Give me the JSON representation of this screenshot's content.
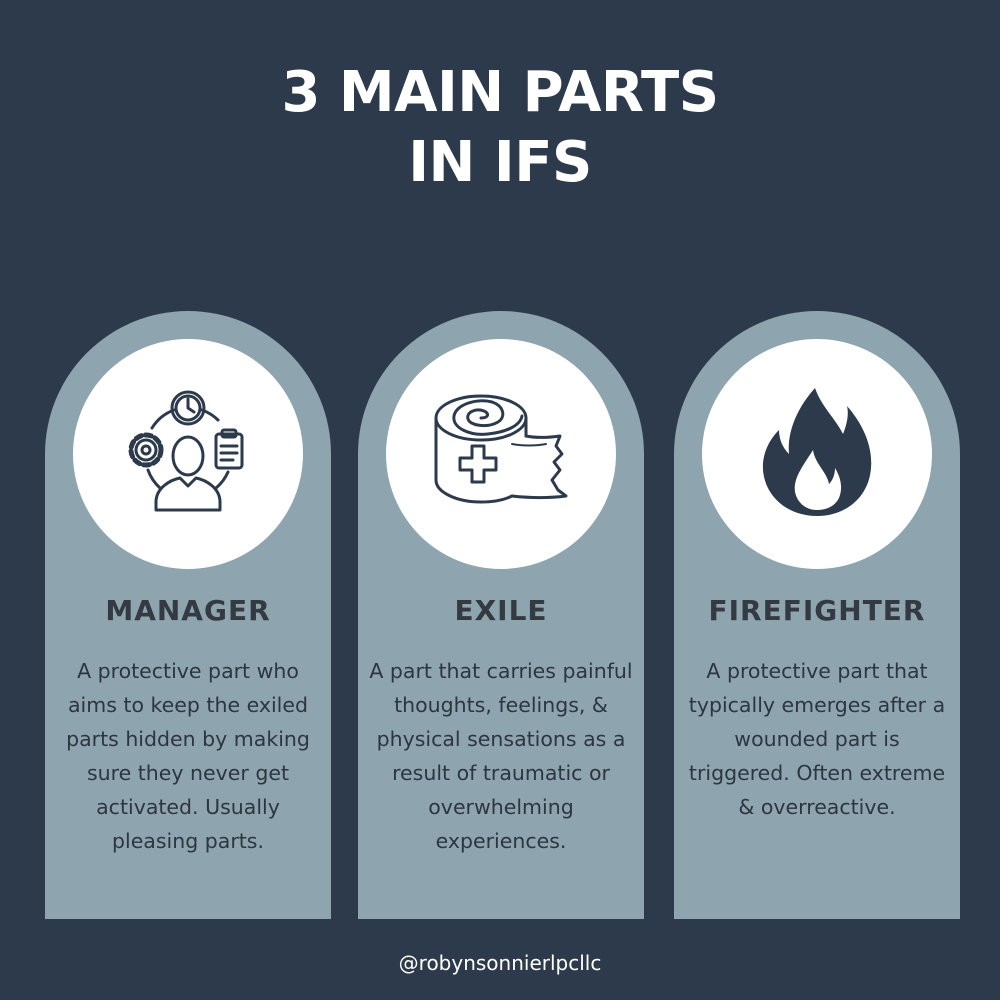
{
  "colors": {
    "background": "#2c3a4b",
    "card": "#8ea4ae",
    "circle": "#ffffff",
    "icon": "#2c3a4b",
    "heading_text": "#333a42",
    "body_text": "#2d3640"
  },
  "title": {
    "line1": "3 MAIN PARTS",
    "line2": "IN IFS"
  },
  "cards": [
    {
      "icon": "manager-person-gear-clock-clipboard-icon",
      "title": "MANAGER",
      "description": "A protective part who aims to keep the exiled parts hidden by making sure they never get activated. Usually pleasing parts."
    },
    {
      "icon": "bandage-roll-icon",
      "title": "EXILE",
      "description": "A part that carries painful thoughts, feelings, & physical sensations as a result of traumatic or overwhelming experiences."
    },
    {
      "icon": "flame-icon",
      "title": "FIREFIGHTER",
      "description": "A protective part that typically emerges after a wounded part is triggered. Often extreme & overreactive."
    }
  ],
  "footer": {
    "handle": "@robynsonnierlpcllc"
  }
}
